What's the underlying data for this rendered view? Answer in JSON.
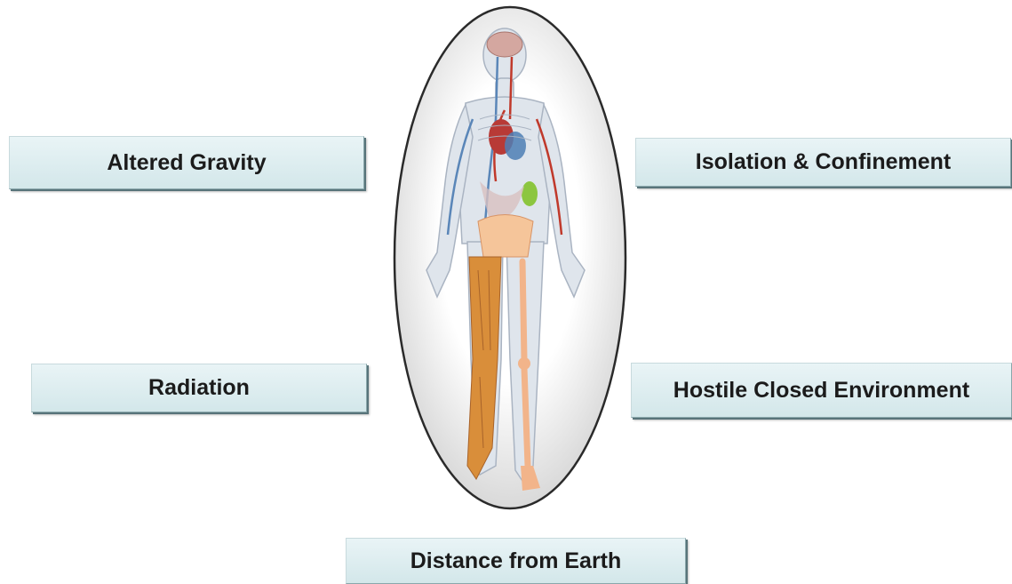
{
  "hazards": {
    "altered_gravity": "Altered Gravity",
    "isolation": "Isolation & Confinement",
    "radiation": "Radiation",
    "hostile_environment": "Hostile Closed Environment",
    "distance": "Distance from Earth"
  },
  "figure": {
    "icon": "human-body-anatomy-icon",
    "colors": {
      "ellipse_stroke": "#2a2a2a",
      "body": "#dfe5ec",
      "brain": "#d4a7a0",
      "artery": "#c0392b",
      "vein": "#5a86b8",
      "muscle": "#d98e3a",
      "bone": "#f2b48a",
      "organ_green": "#8cc63f"
    }
  }
}
